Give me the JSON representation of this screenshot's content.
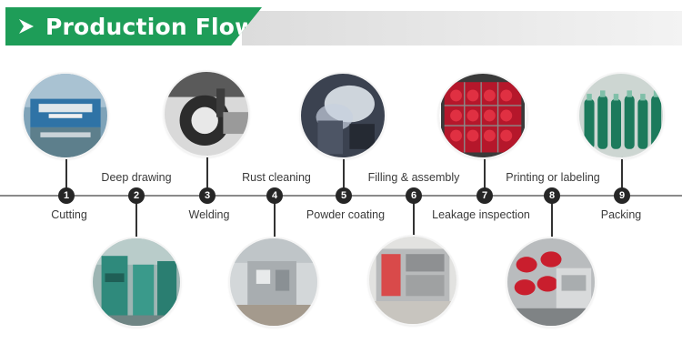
{
  "header": {
    "title": "Production Flow",
    "accent_color": "#1e9d58",
    "arrow_icon": "arrow-right-icon"
  },
  "steps": [
    {
      "number": "1",
      "label": "Cutting"
    },
    {
      "number": "2",
      "label": "Deep drawing"
    },
    {
      "number": "3",
      "label": "Welding"
    },
    {
      "number": "4",
      "label": "Rust cleaning"
    },
    {
      "number": "5",
      "label": "Powder coating"
    },
    {
      "number": "6",
      "label": "Filling & assembly"
    },
    {
      "number": "7",
      "label": "Leakage inspection"
    },
    {
      "number": "8",
      "label": "Printing or labeling"
    },
    {
      "number": "9",
      "label": "Packing"
    }
  ]
}
